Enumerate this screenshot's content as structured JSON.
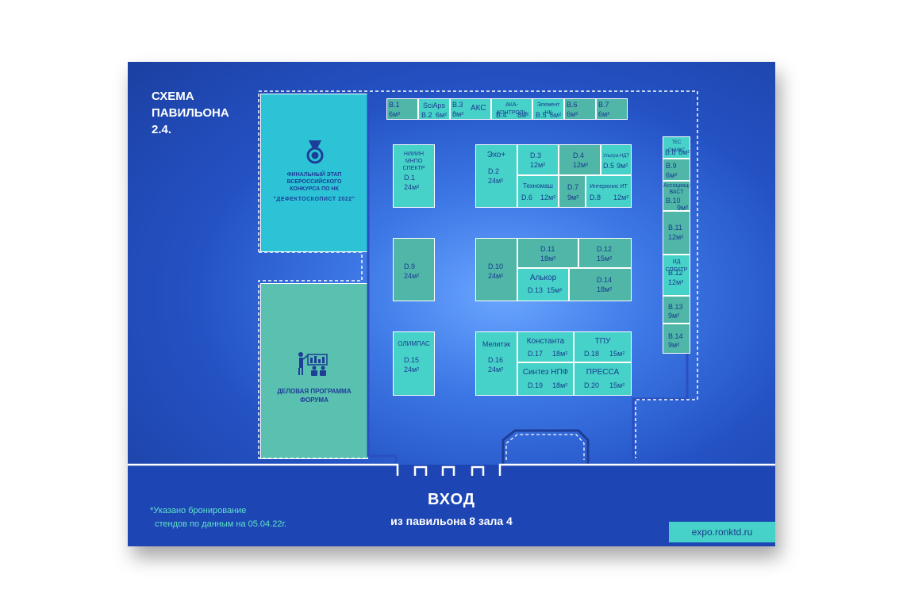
{
  "title_lines": [
    "СХЕМА",
    "ПАВИЛЬОНА",
    "2.4."
  ],
  "contest_zone": {
    "lines": [
      "ФИНАЛЬНЫЙ ЭТАП",
      "ВСЕРОССИЙСКОГО",
      "КОНКУРСА ПО НК"
    ],
    "name": "\"ДЕФЕКТОСКОПИСТ 2022\""
  },
  "business_zone": {
    "lines": [
      "ДЕЛОВАЯ ПРОГРАММА",
      "ФОРУМА"
    ]
  },
  "stands": {
    "b1": {
      "code": "B.1",
      "area": "6м²"
    },
    "b2": {
      "name": "SciAps",
      "code": "B.2",
      "area": "6м²"
    },
    "b3": {
      "name": "АКС",
      "code": "B.3",
      "area": "8м²"
    },
    "b4": {
      "name": "АКА-КОНТРОЛЬ",
      "code": "B.4",
      "area": "8м²"
    },
    "b5": {
      "name": "Элемент НК",
      "code": "B.5",
      "area": "6м²"
    },
    "b6": {
      "code": "B.6",
      "area": "6м²"
    },
    "b7": {
      "code": "B.7",
      "area": "6м²"
    },
    "b8": {
      "name": "ТЕС ОНИКС",
      "code": "B.8",
      "area": "6м²"
    },
    "b9": {
      "code": "B.9",
      "area": "6м²"
    },
    "b10": {
      "name": "Ассоциация ВАСТ",
      "code": "B.10",
      "area": "9м²"
    },
    "b11": {
      "code": "B.11",
      "area": "12м²"
    },
    "b12": {
      "name": "ИД СПЕКТР",
      "code": "B.12",
      "area": "12м²"
    },
    "b13": {
      "code": "B.13",
      "area": "9м²"
    },
    "b14": {
      "code": "B.14",
      "area": "9м²"
    },
    "d1": {
      "name": "НИИИН МНПО СПЕКТР",
      "code": "D.1",
      "area": "24м²"
    },
    "d2": {
      "name": "Эхо+",
      "code": "D.2",
      "area": "24м²"
    },
    "d3": {
      "code": "D.3",
      "area": "12м²"
    },
    "d4": {
      "code": "D.4",
      "area": "12м²"
    },
    "d5": {
      "name": "Ультра-НДТ",
      "code": "D.5",
      "area": "9м²"
    },
    "d6": {
      "name": "Техномаш",
      "code": "D.6",
      "area": "12м²"
    },
    "d7": {
      "code": "D.7",
      "area": "9м²"
    },
    "d8": {
      "name": "Интерюнис ИТ",
      "code": "D.8",
      "area": "12м²"
    },
    "d9": {
      "code": "D.9",
      "area": "24м²"
    },
    "d10": {
      "code": "D.10",
      "area": "24м²"
    },
    "d11": {
      "code": "D.11",
      "area": "18м²"
    },
    "d12": {
      "code": "D.12",
      "area": "15м²"
    },
    "d13": {
      "name": "Алькор",
      "code": "D.13",
      "area": "15м²"
    },
    "d14": {
      "code": "D.14",
      "area": "18м²"
    },
    "d15": {
      "name": "ОЛИМПАС",
      "code": "D.15",
      "area": "24м²"
    },
    "d16": {
      "name": "Мелитэк",
      "code": "D.16",
      "area": "24м²"
    },
    "d17": {
      "name": "Константа",
      "code": "D.17",
      "area": "18м²"
    },
    "d18": {
      "name": "ТПУ",
      "code": "D.18",
      "area": "15м²"
    },
    "d19": {
      "name": "Синтез НПФ",
      "code": "D.19",
      "area": "18м²"
    },
    "d20": {
      "name": "ПРЕССА",
      "code": "D.20",
      "area": "15м²"
    }
  },
  "entrance": {
    "label": "ВХОД",
    "sub": "из павильона 8 зала 4"
  },
  "note_lines": [
    "*Указано бронирование",
    "стендов по данным на 05.04.22г."
  ],
  "site": "expo.ronktd.ru",
  "colors": {
    "background": "#2452c4",
    "stand": "#3ec8be",
    "contest_zone": "#2cc3d6",
    "business_zone": "#5ac0b0",
    "text_dark": "#1b3b8e",
    "accent": "#5fe2c8"
  }
}
